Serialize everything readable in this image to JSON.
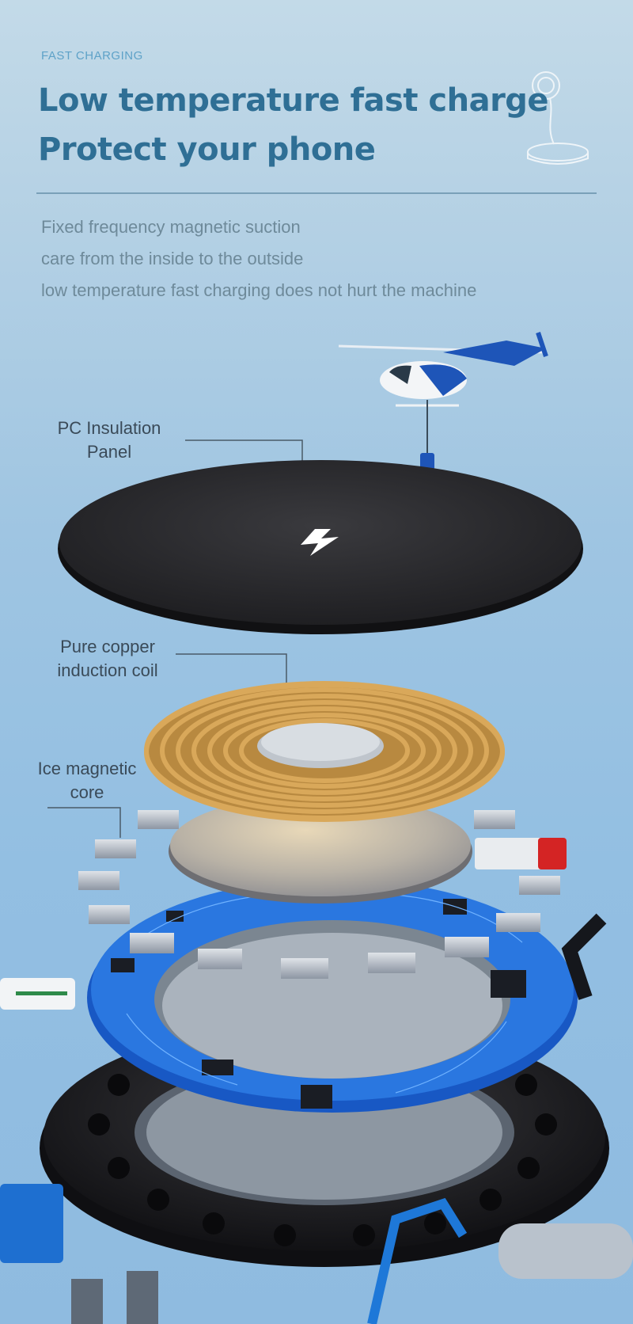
{
  "header": {
    "eyebrow": "FAST CHARGING",
    "title_line1": "Low temperature fast charge",
    "title_line2": "Protect your phone"
  },
  "description": {
    "line1": "Fixed frequency magnetic suction",
    "line2": "care from the inside to the outside",
    "line3": "low temperature fast charging does not hurt the machine"
  },
  "layers": {
    "panel": {
      "line1": "PC Insulation",
      "line2": "Panel"
    },
    "coil": {
      "line1": "Pure copper",
      "line2": "induction coil"
    },
    "core": {
      "line1": "Ice magnetic",
      "line2": "core"
    }
  },
  "colors": {
    "title": "#2f6f95",
    "eyebrow": "#5ea2c8",
    "panel": "#2b2b2e",
    "copper": "#d9a85a",
    "pcb": "#1f6fd6"
  },
  "icons": [
    "charger-stand-icon",
    "lightning-bolt-icon",
    "helicopter-icon"
  ]
}
